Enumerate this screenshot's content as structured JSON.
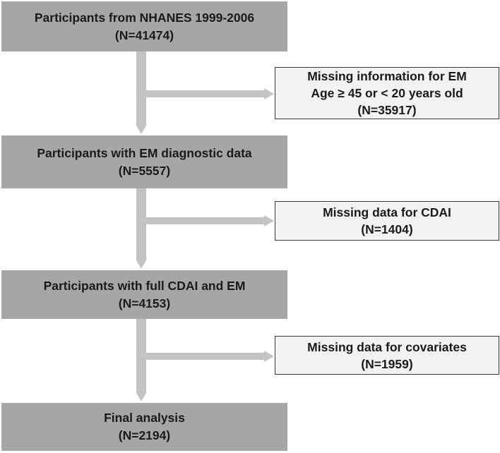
{
  "boxes": {
    "start": {
      "line1": "Participants from NHANES 1999-2006",
      "line2": "(N=41474)"
    },
    "em": {
      "line1": "Participants with EM diagnostic data",
      "line2": "(N=5557)"
    },
    "cdai": {
      "line1": "Participants with full CDAI and EM",
      "line2": "(N=4153)"
    },
    "final": {
      "line1": "Final analysis",
      "line2": "(N=2194)"
    }
  },
  "exclusions": {
    "first": {
      "line1": "Missing information for EM",
      "line2": "Age ≥ 45 or < 20 years old",
      "line3": "(N=35917)"
    },
    "second": {
      "line1": "Missing data for CDAI",
      "line2": "(N=1404)"
    },
    "third": {
      "line1": "Missing data for covariates",
      "line2": "(N=1959)"
    }
  },
  "colors": {
    "main_box": "#a6a6a6",
    "side_box": "#f2f2f2",
    "arrow": "#c3c3c3",
    "border": "#3a3a3a"
  }
}
